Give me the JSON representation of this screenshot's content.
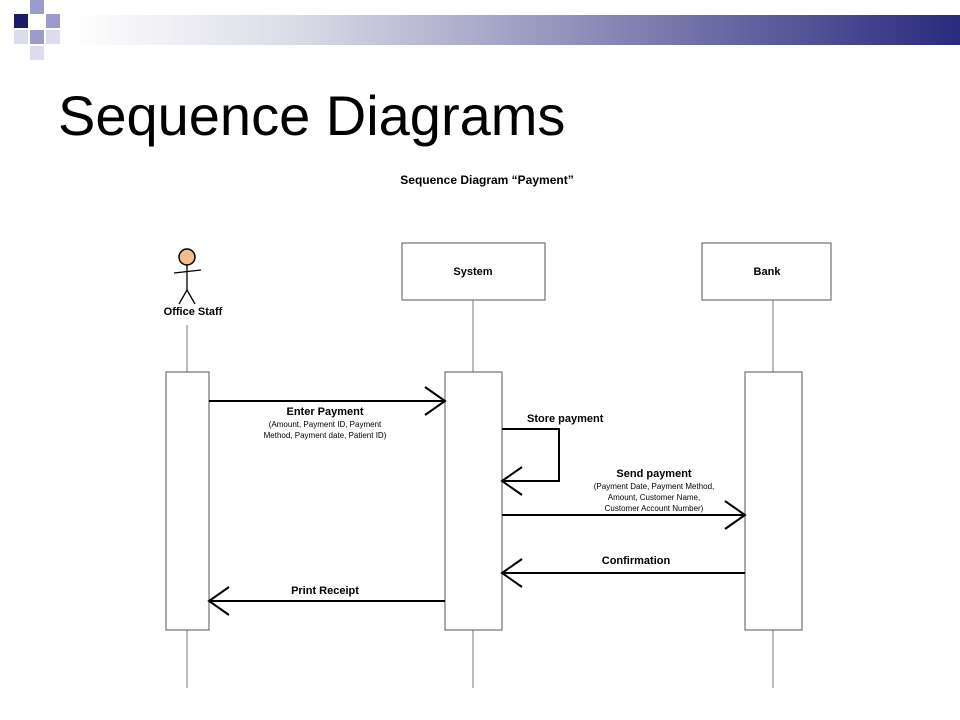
{
  "slide": {
    "title": "Sequence Diagrams"
  },
  "diagram": {
    "title": "Sequence Diagram “Payment”",
    "actor": {
      "label": "Office Staff",
      "head_color": "#f4be8c"
    },
    "objects": {
      "system": "System",
      "bank": "Bank"
    },
    "messages": {
      "enter_payment": {
        "label": "Enter Payment",
        "params_line1": "(Amount, Payment ID, Payment",
        "params_line2": "Method, Payment date, Patient ID)"
      },
      "store_payment": {
        "label": "Store payment"
      },
      "send_payment": {
        "label": "Send payment",
        "params_line1": "(Payment Date, Payment Method,",
        "params_line2": "Amount, Customer Name,",
        "params_line3": "Customer Account Number)"
      },
      "confirmation": {
        "label": "Confirmation"
      },
      "print_receipt": {
        "label": "Print Receipt"
      }
    }
  },
  "colors": {
    "deco_navy": "#1a1a6e",
    "deco_lavender": "#9b9bcc"
  }
}
